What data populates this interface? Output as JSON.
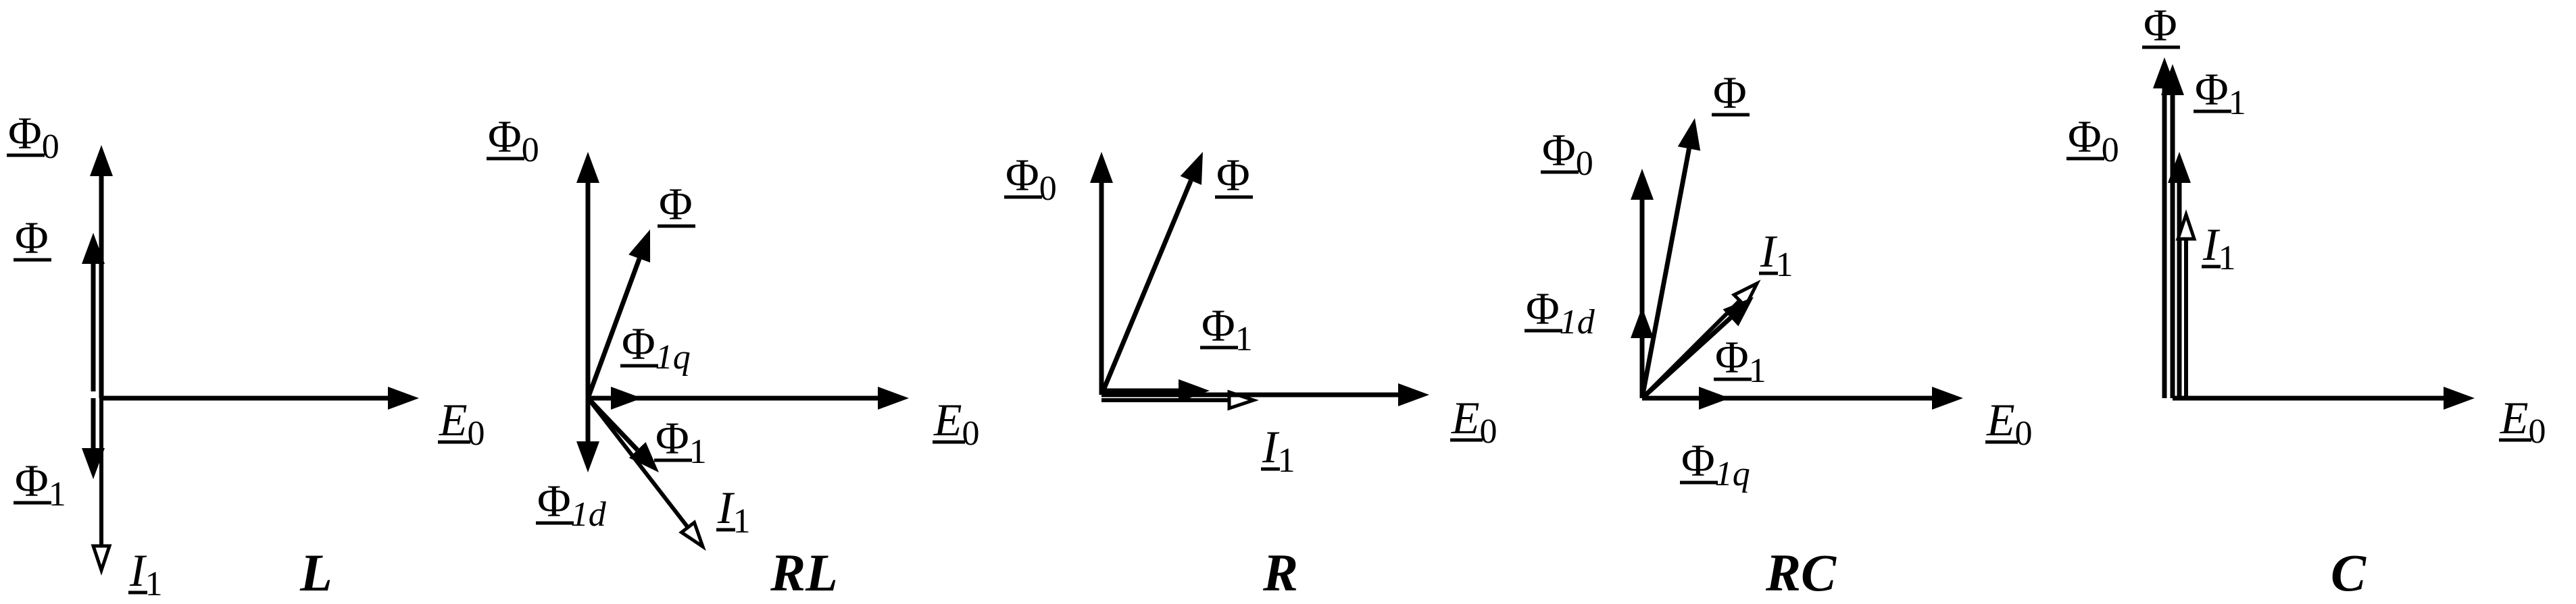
{
  "panels": [
    {
      "id": "L",
      "caption": "L",
      "labels": [
        {
          "sym": "Φ",
          "sub": "0"
        },
        {
          "sym": "Φ",
          "sub": ""
        },
        {
          "sym": "Φ",
          "sub": "1"
        },
        {
          "sym": "I",
          "sub": "1"
        },
        {
          "sym": "E",
          "sub": "0"
        }
      ]
    },
    {
      "id": "RL",
      "caption": "RL",
      "labels": [
        {
          "sym": "Φ",
          "sub": "0"
        },
        {
          "sym": "Φ",
          "sub": ""
        },
        {
          "sym": "Φ",
          "sub": "1q"
        },
        {
          "sym": "E",
          "sub": "0"
        },
        {
          "sym": "Φ",
          "sub": "1"
        },
        {
          "sym": "Φ",
          "sub": "1d"
        },
        {
          "sym": "I",
          "sub": "1"
        }
      ]
    },
    {
      "id": "R",
      "caption": "R",
      "labels": [
        {
          "sym": "Φ",
          "sub": "0"
        },
        {
          "sym": "Φ",
          "sub": ""
        },
        {
          "sym": "Φ",
          "sub": "1"
        },
        {
          "sym": "I",
          "sub": "1"
        },
        {
          "sym": "E",
          "sub": "0"
        }
      ]
    },
    {
      "id": "RC",
      "caption": "RC",
      "labels": [
        {
          "sym": "Φ",
          "sub": ""
        },
        {
          "sym": "Φ",
          "sub": "0"
        },
        {
          "sym": "I",
          "sub": "1"
        },
        {
          "sym": "Φ",
          "sub": "1d"
        },
        {
          "sym": "Φ",
          "sub": "1"
        },
        {
          "sym": "E",
          "sub": "0"
        },
        {
          "sym": "Φ",
          "sub": "1q"
        }
      ]
    },
    {
      "id": "C",
      "caption": "C",
      "labels": [
        {
          "sym": "Φ",
          "sub": ""
        },
        {
          "sym": "Φ",
          "sub": "1"
        },
        {
          "sym": "Φ",
          "sub": "0"
        },
        {
          "sym": "I",
          "sub": "1"
        },
        {
          "sym": "E",
          "sub": "0"
        }
      ]
    }
  ]
}
